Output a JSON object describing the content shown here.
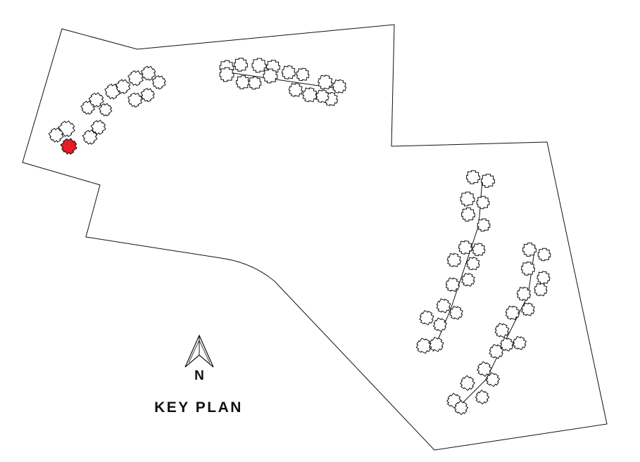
{
  "north": {
    "label": "N",
    "icon": "north-arrow-icon"
  },
  "title": "KEY PLAN",
  "colors": {
    "outline": "#111111",
    "highlight": "#e41e26",
    "background": "#ffffff"
  },
  "clusters": [
    {
      "name": "west-cluster",
      "highlighted_units": 1
    },
    {
      "name": "north-cluster",
      "highlighted_units": 0
    },
    {
      "name": "east-inner-cluster",
      "highlighted_units": 0
    },
    {
      "name": "east-outer-cluster",
      "highlighted_units": 0
    }
  ]
}
